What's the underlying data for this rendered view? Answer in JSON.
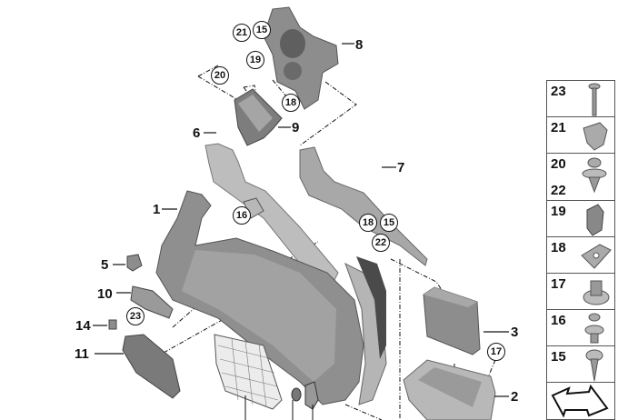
{
  "diagram": {
    "part_labels": [
      "1",
      "2",
      "3",
      "5",
      "6",
      "7",
      "8",
      "9",
      "10",
      "11",
      "14"
    ],
    "circled_labels": {
      "c21_top": "21",
      "c15_top": "15",
      "c19": "19",
      "c20": "20",
      "c18_top": "18",
      "c16": "16",
      "c18_mid": "18",
      "c15_mid": "15",
      "c22": "22",
      "c23": "23",
      "c17": "17"
    }
  },
  "legend": {
    "items": [
      {
        "label": "23",
        "icon": "bolt-icon"
      },
      {
        "label": "21",
        "icon": "clip-nut-icon"
      },
      {
        "label": "20",
        "label2": "22",
        "icon": "expanding-rivet-icon"
      },
      {
        "label": "19",
        "icon": "spring-clip-icon"
      },
      {
        "label": "18",
        "icon": "speed-nut-icon"
      },
      {
        "label": "17",
        "icon": "flange-nut-icon"
      },
      {
        "label": "16",
        "icon": "push-rivet-icon"
      },
      {
        "label": "15",
        "icon": "self-tapping-screw-icon"
      },
      {
        "label": "",
        "icon": "direction-arrow-icon"
      }
    ]
  },
  "colors": {
    "part_fill": "#9a9a9a",
    "part_dark": "#6e6e6e",
    "part_light": "#c4c4c4",
    "line": "#111111"
  }
}
